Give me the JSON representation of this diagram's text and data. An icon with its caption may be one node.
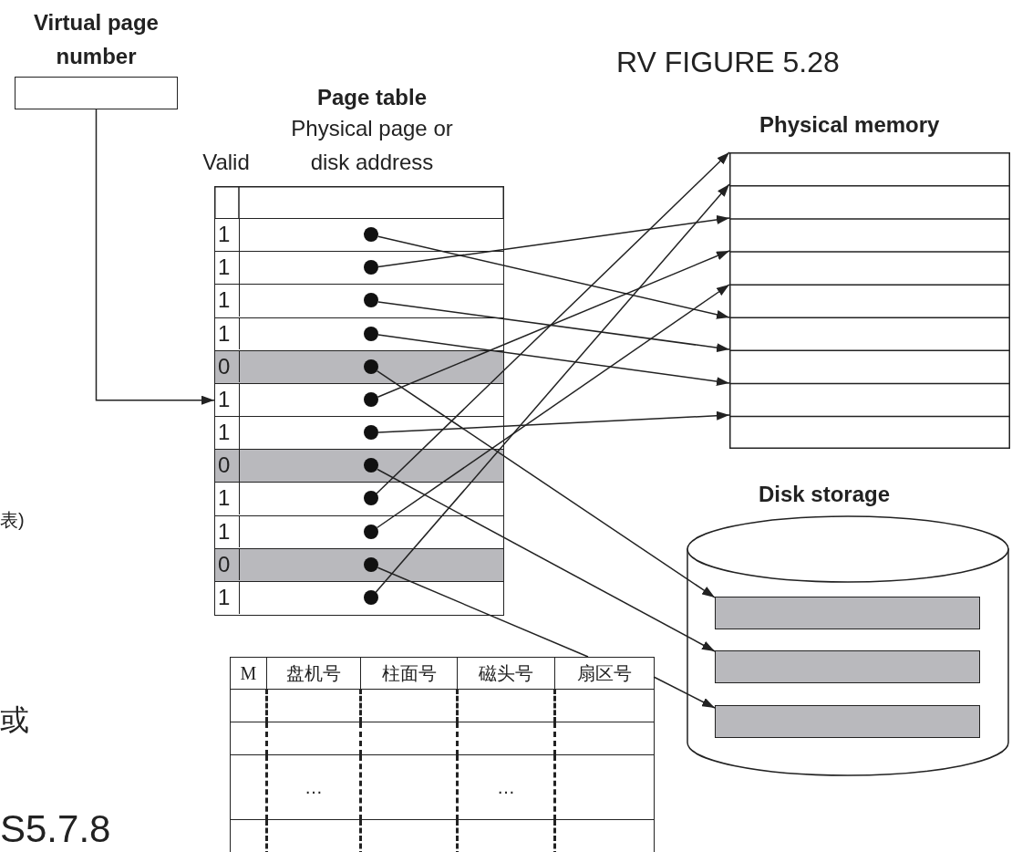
{
  "diagram": {
    "title": "RV FIGURE 5.28",
    "nodes": [
      {
        "text": [
          "Virtual page number"
        ]
      },
      {
        "text": [
          "Page table",
          "Valid",
          "Physical page or disk address"
        ]
      },
      {
        "text": [
          "1"
        ],
        "in": 1
      },
      {
        "text": [
          "1"
        ],
        "in": 1
      },
      {
        "text": [
          "1"
        ],
        "in": 1
      },
      {
        "text": [
          "1"
        ],
        "in": 1
      },
      {
        "text": [
          "0"
        ],
        "in": 1
      },
      {
        "text": [
          "1"
        ],
        "in": 1
      },
      {
        "text": [
          "1"
        ],
        "in": 1
      },
      {
        "text": [
          "0"
        ],
        "in": 1
      },
      {
        "text": [
          "1"
        ],
        "in": 1
      },
      {
        "text": [
          "1"
        ],
        "in": 1
      },
      {
        "text": [
          "0"
        ],
        "in": 1
      },
      {
        "text": [
          "1"
        ],
        "in": 1
      },
      {
        "text": [],
        "shape": "circle",
        "in": 2
      },
      {
        "text": [],
        "shape": "circle",
        "in": 3
      },
      {
        "text": [],
        "shape": "circle",
        "in": 4
      },
      {
        "text": [],
        "shape": "circle",
        "in": 5
      },
      {
        "text": [],
        "shape": "circle",
        "in": 6
      },
      {
        "text": [],
        "shape": "circle",
        "in": 7
      },
      {
        "text": [],
        "shape": "circle",
        "in": 8
      },
      {
        "text": [],
        "shape": "circle",
        "in": 9
      },
      {
        "text": [],
        "shape": "circle",
        "in": 10
      },
      {
        "text": [],
        "shape": "circle",
        "in": 11
      },
      {
        "text": [],
        "shape": "circle",
        "in": 12
      },
      {
        "text": [],
        "shape": "circle",
        "in": 13
      },
      {
        "text": [
          "Physical memory"
        ]
      },
      {
        "text": [
          "Disk storage"
        ]
      },
      {
        "text": [],
        "shape": "bar",
        "in": 27
      },
      {
        "text": [],
        "shape": "bar",
        "in": 27
      },
      {
        "text": [],
        "shape": "bar",
        "in": 27
      },
      {
        "text": [
          "M",
          "盘机号",
          "柱面号",
          "磁头号",
          "扇区号",
          "…",
          "…"
        ]
      }
    ],
    "edges": [
      {
        "from": 0,
        "to": 7,
        "arrow": "to"
      },
      {
        "from": 14,
        "to": 26,
        "arrow": "to"
      },
      {
        "from": 15,
        "to": 26,
        "arrow": "to"
      },
      {
        "from": 16,
        "to": 26,
        "arrow": "to"
      },
      {
        "from": 17,
        "to": 26,
        "arrow": "to"
      },
      {
        "from": 18,
        "to": 28,
        "arrow": "to"
      },
      {
        "from": 19,
        "to": 26,
        "arrow": "to"
      },
      {
        "from": 20,
        "to": 26,
        "arrow": "to"
      },
      {
        "from": 21,
        "to": 29,
        "arrow": "to"
      },
      {
        "from": 22,
        "to": 26,
        "arrow": "to"
      },
      {
        "from": 23,
        "to": 26,
        "arrow": "to"
      },
      {
        "from": 24,
        "to": 31,
        "arrow": "none"
      },
      {
        "from": 25,
        "to": 26,
        "arrow": "to"
      },
      {
        "from": 31,
        "to": 30,
        "arrow": "to"
      }
    ],
    "labels": [
      "表)",
      "或",
      "S5.7.8"
    ]
  }
}
